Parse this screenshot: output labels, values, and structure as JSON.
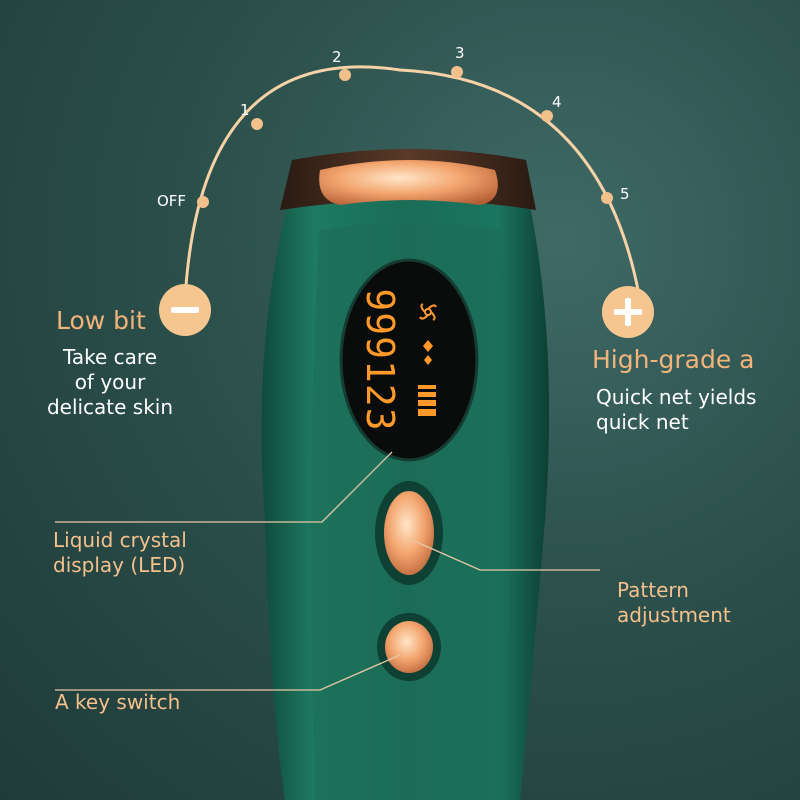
{
  "dial": {
    "levels": [
      "OFF",
      "1",
      "2",
      "3",
      "4",
      "5"
    ],
    "minus_icon": "minus-icon",
    "plus_icon": "plus-icon"
  },
  "low": {
    "title": "Low bit",
    "desc": [
      "Take care",
      "of your",
      "delicate skin"
    ]
  },
  "high": {
    "title": "High-grade a",
    "desc": [
      "Quick net yields",
      "quick net"
    ]
  },
  "display": {
    "counter": "999123"
  },
  "callouts": {
    "lcd": [
      "Liquid crystal",
      "display (LED)"
    ],
    "pattern": [
      "Pattern",
      "adjustment"
    ],
    "switch": "A key switch"
  },
  "colors": {
    "background": "#2c504c",
    "device": "#1e6e5a",
    "accent_gold": "#f2b47a",
    "lcd_text": "#ff9a2a"
  }
}
